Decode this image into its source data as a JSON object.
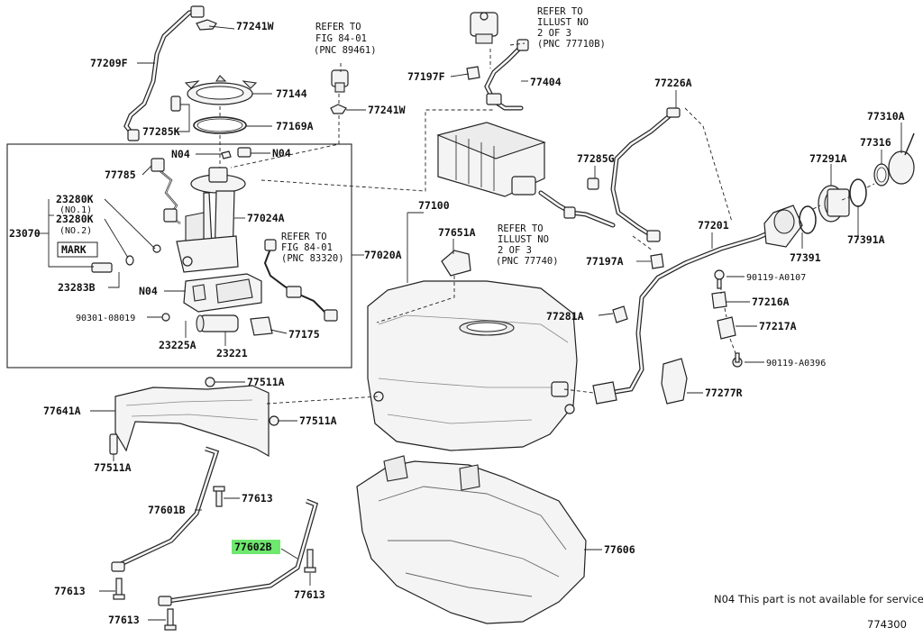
{
  "labels": {
    "p77241W_1": "77241W",
    "p77209F": "77209F",
    "p77144": "77144",
    "p77285K": "77285K",
    "p77169A": "77169A",
    "p77241W_2": "77241W",
    "pN04_1": "N04",
    "pN04_2": "N04",
    "p77785": "77785",
    "p23280K_1": "23280K",
    "p_no1": "(NO.1)",
    "p23280K_2": "23280K",
    "p_no2": "(NO.2)",
    "p23070": "23070",
    "pMARK": "MARK",
    "p23283B": "23283B",
    "p77024A": "77024A",
    "pN04_3": "N04",
    "p90301": "90301-08019",
    "p23225A": "23225A",
    "p23221": "23221",
    "p77175": "77175",
    "p77020A": "77020A",
    "p77197F": "77197F",
    "p77404": "77404",
    "p77100": "77100",
    "p77651A": "77651A",
    "p77285G": "77285G",
    "p77226A": "77226A",
    "p77197A": "77197A",
    "p77201": "77201",
    "p77310A": "77310A",
    "p77316": "77316",
    "p77291A": "77291A",
    "p77391": "77391",
    "p77391A": "77391A",
    "p90119A0107": "90119-A0107",
    "p77216A": "77216A",
    "p77281A": "77281A",
    "p77217A": "77217A",
    "p90119A0396": "90119-A0396",
    "p77277R": "77277R",
    "p77511A_1": "77511A",
    "p77641A": "77641A",
    "p77511A_2": "77511A",
    "p77511A_3": "77511A",
    "p77613_1": "77613",
    "p77601B": "77601B",
    "p77602B": "77602B",
    "p77613_2": "77613",
    "p77613_3": "77613",
    "p77613_4": "77613",
    "p77606": "77606"
  },
  "refs": {
    "ref1": [
      "REFER TO",
      "FIG 84-01",
      "(PNC 89461)"
    ],
    "ref2": [
      "REFER TO",
      "ILLUST NO",
      "2 OF 3",
      "(PNC 77710B)"
    ],
    "ref3": [
      "REFER TO",
      "FIG 84-01",
      "(PNC 83320)"
    ],
    "ref4": [
      "REFER TO",
      "ILLUST NO",
      "2 OF 3",
      "(PNC 77740)"
    ]
  },
  "note": "N04 This part is not available for service",
  "figure_number": "774300",
  "colors": {
    "highlight": "#6ee86e"
  }
}
